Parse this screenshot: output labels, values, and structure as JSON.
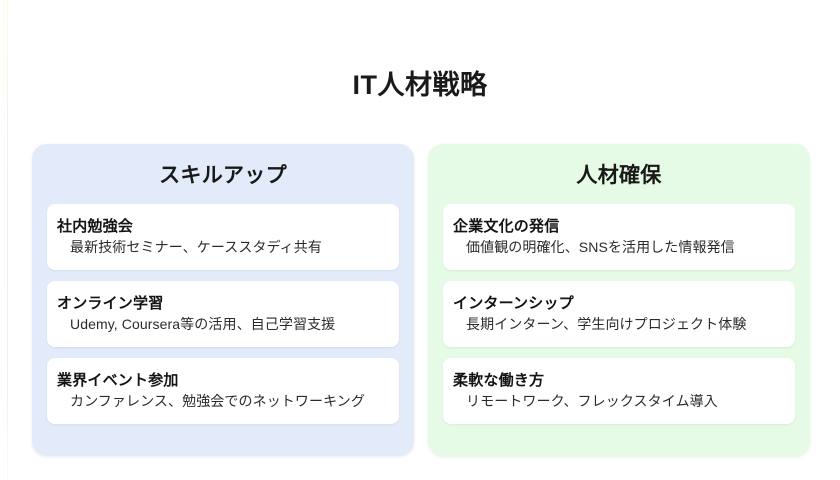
{
  "slide": {
    "title": "IT人材戦略",
    "background_color": "#ffffff",
    "title_color": "#1a1a1a"
  },
  "panels": [
    {
      "id": "skill-up",
      "header": "スキルアップ",
      "background_color": "#e3ebfb",
      "cards": [
        {
          "title": "社内勉強会",
          "description": "最新技術セミナー、ケーススタディ共有"
        },
        {
          "title": "オンライン学習",
          "description": "Udemy, Coursera等の活用、自己学習支援"
        },
        {
          "title": "業界イベント参加",
          "description": "カンファレンス、勉強会でのネットワーキング"
        }
      ]
    },
    {
      "id": "talent-acquisition",
      "header": "人材確保",
      "background_color": "#e5fbe5",
      "cards": [
        {
          "title": "企業文化の発信",
          "description": "価値観の明確化、SNSを活用した情報発信"
        },
        {
          "title": "インターンシップ",
          "description": "長期インターン、学生向けプロジェクト体験"
        },
        {
          "title": "柔軟な働き方",
          "description": "リモートワーク、フレックスタイム導入"
        }
      ]
    }
  ]
}
